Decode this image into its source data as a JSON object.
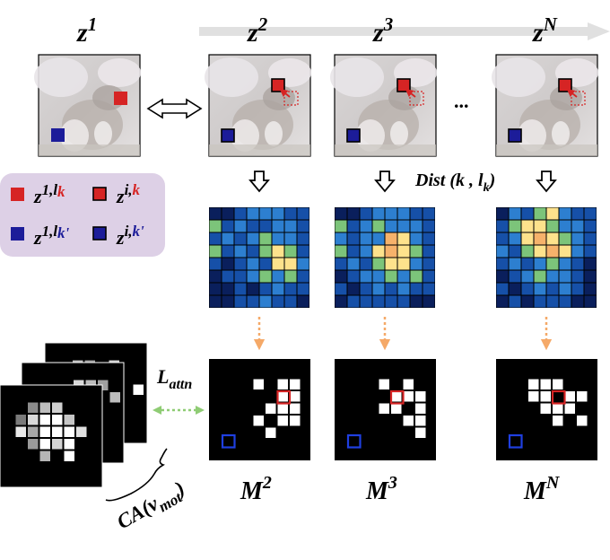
{
  "frame_titles": [
    {
      "base": "z",
      "sup": "1"
    },
    {
      "base": "z",
      "sup": "2"
    },
    {
      "base": "z",
      "sup": "3"
    },
    {
      "base": "z",
      "sup": "N"
    }
  ],
  "ellipsis": "...",
  "dist_label": {
    "prefix": "Dist (k , l",
    "sub": "k",
    "suffix": ")"
  },
  "legend": {
    "item1": {
      "base": "z",
      "sup": "1",
      "sep": ",",
      "l": "l",
      "k": "k"
    },
    "item2": {
      "base": "z",
      "sup": "i",
      "sep": ",",
      "k": "k"
    },
    "item3": {
      "base": "z",
      "sup": "1",
      "sep": ",",
      "l": "l",
      "k": "k'"
    },
    "item4": {
      "base": "z",
      "sup": "i",
      "sep": ",",
      "k": "k'"
    }
  },
  "loss_label": {
    "base": "L",
    "sub": "attn"
  },
  "mask_labels": [
    {
      "base": "M",
      "sup": "2"
    },
    {
      "base": "M",
      "sup": "3"
    },
    {
      "base": "M",
      "sup": "N"
    }
  ],
  "ca_label": {
    "base": "CA(v",
    "sub": "mot",
    "suffix": ")"
  },
  "colors": {
    "red": "#d62424",
    "blue": "#1c1c99",
    "legend_bg": "#ddd0e6",
    "progress_arrow": "#e0e0e0",
    "orange_arrow": "#f5a968",
    "green_arrow": "#8fcc74"
  }
}
